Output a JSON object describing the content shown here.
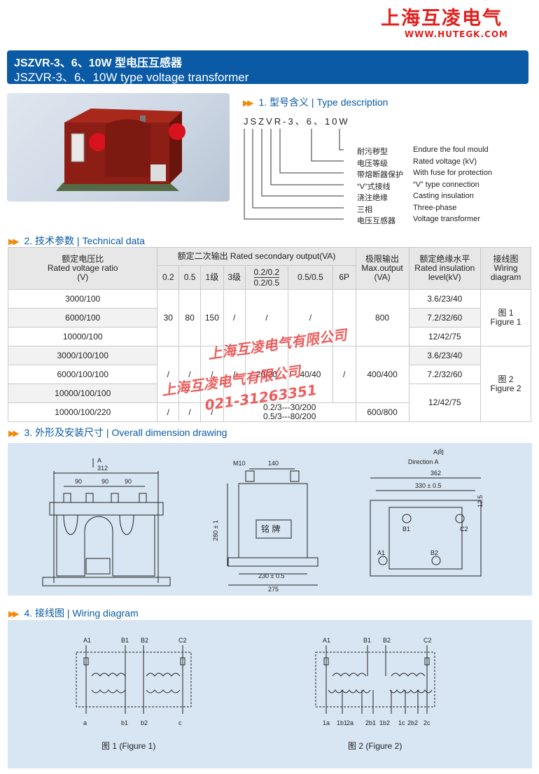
{
  "brand": {
    "name": "上海互凌电气",
    "url": "WWW.HUTEGK.COM"
  },
  "title": {
    "cn": "JSZVR-3、6、10W 型电压互感器",
    "en": "JSZVR-3、6、10W type voltage transformer"
  },
  "sections": {
    "s1": {
      "num": "1.",
      "cn": "型号含义",
      "en": "Type description"
    },
    "s2": {
      "num": "2.",
      "cn": "技术参数",
      "en": "Technical data"
    },
    "s3": {
      "num": "3.",
      "cn": "外形及安装尺寸",
      "en": "Overall dimension drawing"
    },
    "s4": {
      "num": "4.",
      "cn": "接线图",
      "en": "Wiring diagram"
    }
  },
  "type_code": "JSZVR-3、6、10W",
  "type_desc": [
    {
      "cn": "耐污秽型",
      "en": "Endure the foul mould"
    },
    {
      "cn": "电压等级",
      "en": "Rated voltage (kV)"
    },
    {
      "cn": "带熔断器保护",
      "en": "With fuse for protection"
    },
    {
      "cn": "“V”式接线",
      "en": "“V” type connection"
    },
    {
      "cn": "浇注绝缘",
      "en": "Casting insulation"
    },
    {
      "cn": "三相",
      "en": "Three-phase"
    },
    {
      "cn": "电压互感器",
      "en": "Voltage transformer"
    }
  ],
  "table": {
    "h_ratio_cn": "额定电压比",
    "h_ratio_en": "Rated voltage ratio",
    "h_ratio_unit": "(V)",
    "h_output": "额定二次输出 Rated secondary output(VA)",
    "h_max_cn": "极限输出",
    "h_max_en": "Max.output",
    "h_max_unit": "(VA)",
    "h_ins_cn": "额定绝缘水平",
    "h_ins_en": "Rated insulation",
    "h_ins_unit": "level(kV)",
    "h_diag_cn": "接线图",
    "h_diag_en1": "Wiring",
    "h_diag_en2": "diagram",
    "classes": [
      "0.2",
      "0.5",
      "1级",
      "3级",
      "0.2/0.2",
      "0.2/0.5",
      "0.5/0.5",
      "6P"
    ],
    "ratios": [
      "3000/100",
      "6000/100",
      "10000/100",
      "3000/100/100",
      "6000/100/100",
      "10000/100/100",
      "10000/100/220"
    ],
    "g1_out": [
      "30",
      "80",
      "150",
      "/",
      "/",
      "/"
    ],
    "g1_max": "800",
    "ins": [
      "3.6/23/40",
      "7.2/32/60",
      "12/42/75",
      "3.6/23/40",
      "7.2/32/60",
      "12/42/75"
    ],
    "fig1_cn": "图 1",
    "fig1_en": "Figure 1",
    "g2_out": [
      "/",
      "/",
      "/",
      "/",
      "20/20",
      "40/40",
      "/"
    ],
    "g2_max": "400/400",
    "fig2_cn": "图 2",
    "fig2_en": "Figure 2",
    "r7_out": [
      "/",
      "/",
      "/"
    ],
    "r7_out_b1": "0.2/3---30/200",
    "r7_out_b2": "0.5/3---80/200",
    "r7_max": "600/800"
  },
  "watermark": {
    "company": "上海互凌电气有限公司",
    "phone": "021-31263351"
  },
  "drawing": {
    "front": {
      "a": "A",
      "w312": "312",
      "d90": "90"
    },
    "side": {
      "m10": "M10",
      "w140": "140",
      "h280": "280 ± 1",
      "w230": "230 ± 0.5",
      "w275": "275",
      "plate": "铭 牌"
    },
    "view": {
      "dir_cn": "A向",
      "dir_en": "Direction A",
      "w362": "362",
      "w330": "330 ± 0.5",
      "h12": "12.5",
      "a1": "A1",
      "b1": "B1",
      "b2": "B2",
      "c2": "C2"
    }
  },
  "wiring": {
    "f1": {
      "top": [
        "A1",
        "B1",
        "B2",
        "C2"
      ],
      "bottom": [
        "a",
        "b1",
        "b2",
        "c"
      ],
      "caption": "图 1 (Figure 1)"
    },
    "f2": {
      "top": [
        "A1",
        "B1",
        "B2",
        "C2"
      ],
      "bottom": [
        "1a",
        "1b1",
        "2a",
        "2b1",
        "1b2",
        "1c",
        "2b2",
        "2c"
      ],
      "caption": "图 2 (Figure 2)"
    }
  }
}
